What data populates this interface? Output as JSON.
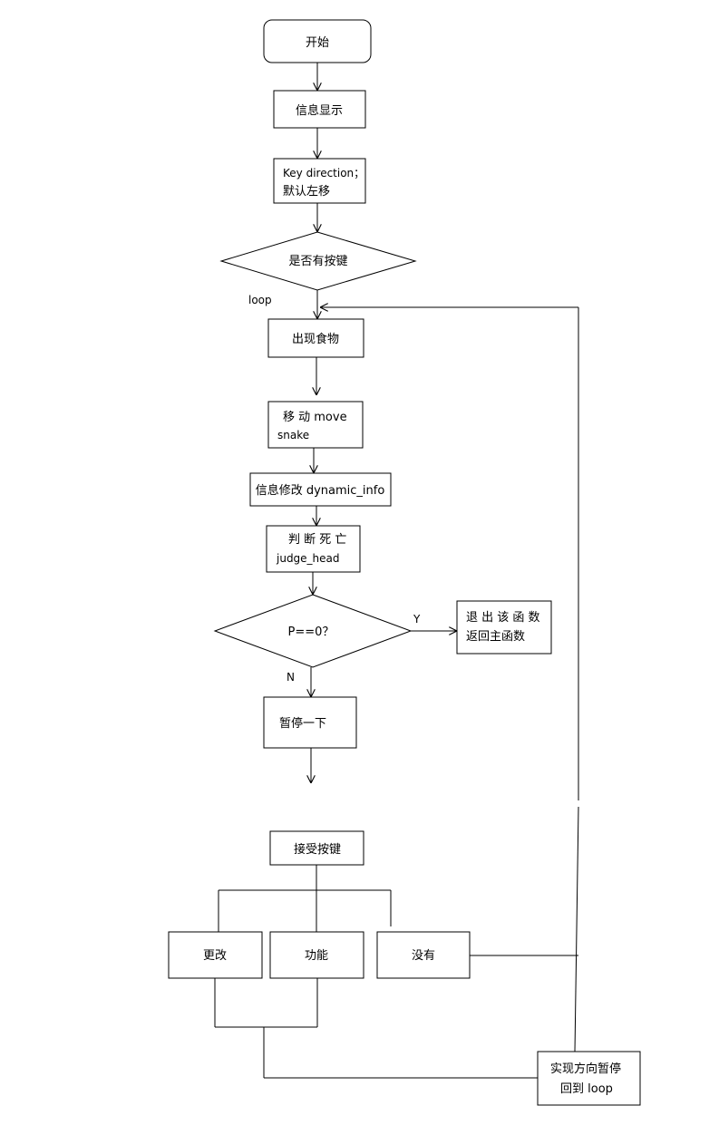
{
  "nodes": {
    "start": "开始",
    "info_display": "信息显示",
    "key_direction_l1": "Key direction；",
    "key_direction_l2": "默认左移",
    "any_key": "是否有按键",
    "food": "出现食物",
    "move_l1": "移 动   move",
    "move_l2": "snake",
    "info_modify": "信息修改 dynamic_info",
    "judge_l1": "判 断 死 亡",
    "judge_l2": "judge_head",
    "p_check": "P==0？",
    "exit_l1": "退 出 该 函 数",
    "exit_l2": "返回主函数",
    "pause": "暂停一下",
    "accept_key": "接受按键",
    "change": "更改",
    "function": "功能",
    "none": "没有",
    "realize_l1": "实现方向暂停",
    "realize_l2": "回到  loop"
  },
  "labels": {
    "loop": "loop",
    "yes": "Y",
    "no": "N"
  }
}
